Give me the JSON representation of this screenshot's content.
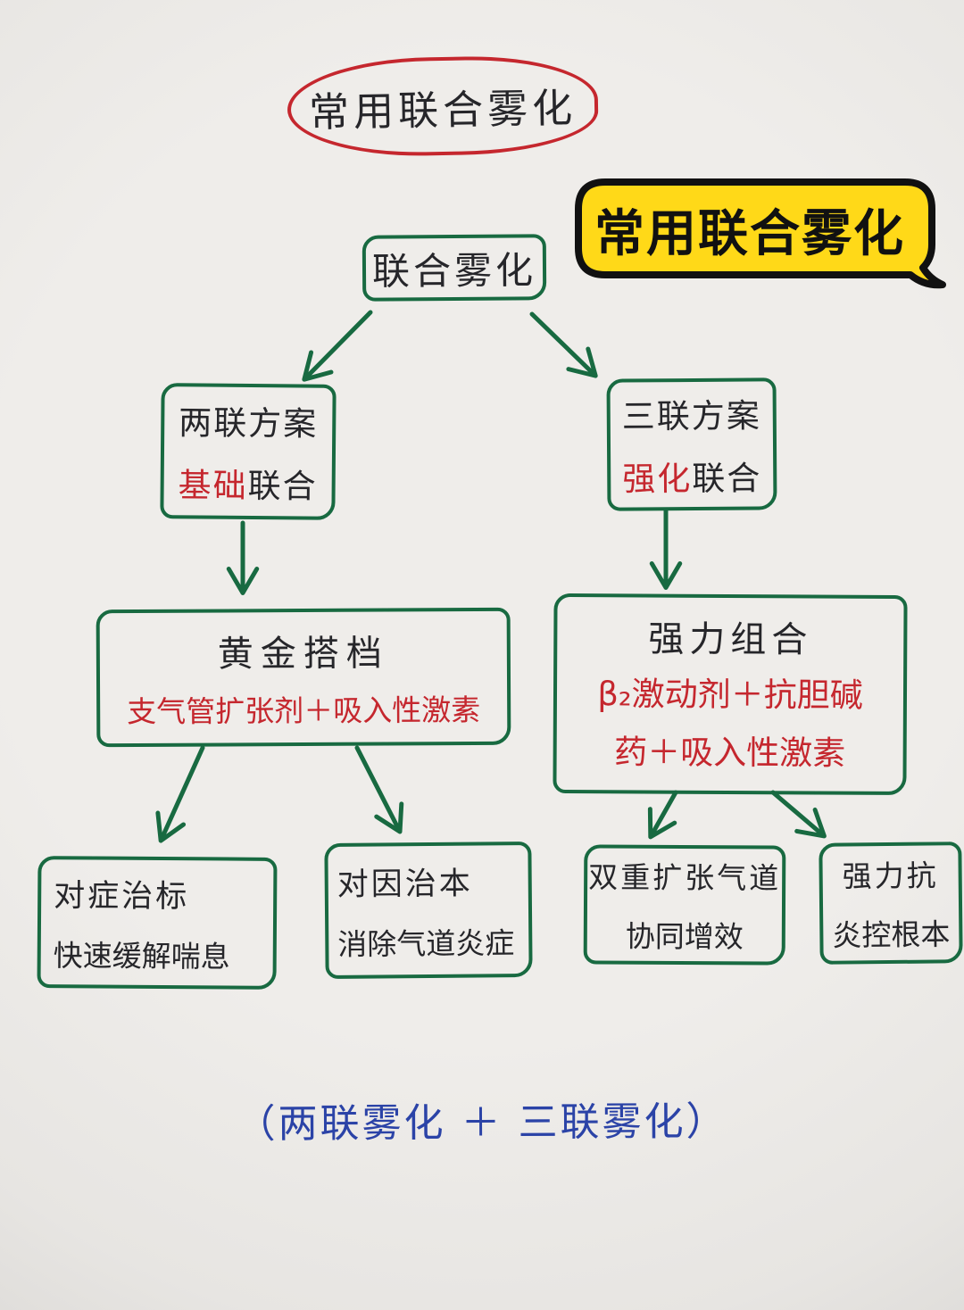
{
  "colors": {
    "paper": "#ebe9e6",
    "pen_green": "#186a41",
    "pen_red": "#c5272e",
    "pen_blue": "#2b43a7",
    "pen_black": "#26262a",
    "sticker_yellow": "#ffd918"
  },
  "title": {
    "text": "常用联合雾化"
  },
  "sticker": {
    "text": "常用联合雾化"
  },
  "tree": {
    "root": "联合雾化",
    "branches": [
      {
        "line1": "两联方案",
        "highlight": "基础",
        "rest": "联合"
      },
      {
        "line1": "三联方案",
        "highlight": "强化",
        "rest": "联合"
      }
    ],
    "mid": [
      {
        "title": "黄金搭档",
        "formula": "支气管扩张剂＋吸入性激素"
      },
      {
        "title": "强力组合",
        "formula_line1": "β₂激动剂＋抗胆碱",
        "formula_line2": "药＋吸入性激素"
      }
    ],
    "leaves": [
      {
        "line1": "对症治标",
        "line2": "快速缓解喘息"
      },
      {
        "line1": "对因治本",
        "line2": "消除气道炎症"
      },
      {
        "line1": "双重扩张气道",
        "line2": "协同增效"
      },
      {
        "line1": "强力抗",
        "line2": "炎控根本"
      }
    ]
  },
  "caption": {
    "text": "（两联雾化 ＋ 三联雾化）"
  }
}
